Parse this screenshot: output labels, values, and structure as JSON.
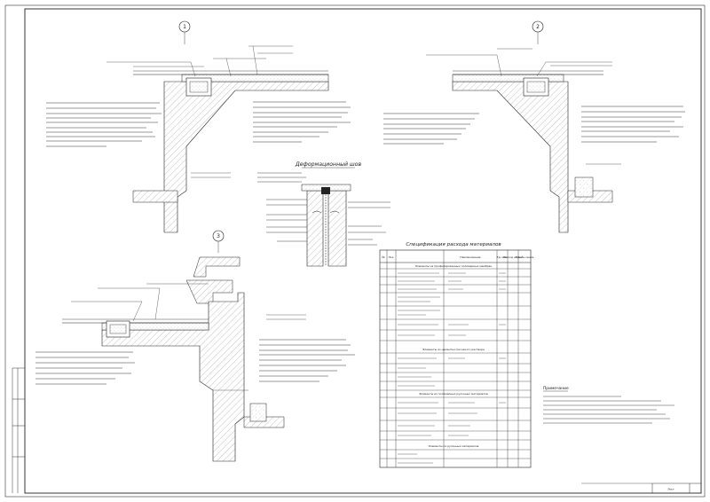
{
  "drawing": {
    "detail_markers": [
      "1",
      "2",
      "3"
    ],
    "node_title": "Деформационный шов",
    "table_title": "Спецификация расхода материалов",
    "notes_title": "Примечание",
    "stamp_text": "Лист"
  },
  "table": {
    "col_headers": [
      "№",
      "Поз.",
      "Наименование",
      "Ед. изм.",
      "Расход на 1м²",
      "Приме-чание"
    ],
    "sections": [
      "Элементы из профилированных полимерных мембран",
      "Элементы из цементно-песчаного раствора",
      "Элементы из полимерных рулонных материалов",
      "Элементы из рулонных материалов"
    ]
  },
  "colors": {
    "ink": "#222222",
    "hatch": "#9a9a9a",
    "paper": "#ffffff"
  }
}
